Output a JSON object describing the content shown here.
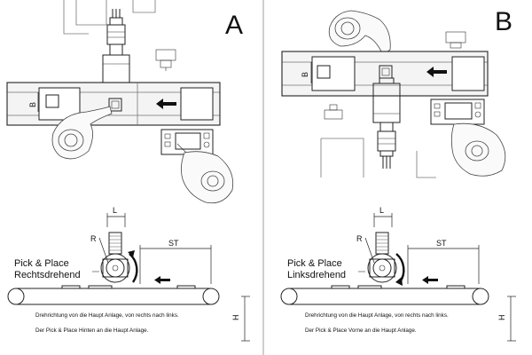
{
  "panels": [
    {
      "letter": "A",
      "b_label": "B",
      "l_label": "L",
      "r_label": "R",
      "st_label": "ST",
      "h_label": "H",
      "title_line1": "Pick & Place",
      "title_line2": "Rechtsdrehend",
      "caption_line1": "Drehrichtung von die Haupt Anlage, von rechts nach links.",
      "caption_line2": "Der Pick & Place Hinten an  die Haupt Anlage."
    },
    {
      "letter": "B",
      "b_label": "B",
      "l_label": "L",
      "r_label": "R",
      "st_label": "ST",
      "h_label": "H",
      "title_line1": "Pick & Place",
      "title_line2": "Linksdrehend",
      "caption_line1": "Drehrichtung von die Haupt Anlage, von rechts nach links.",
      "caption_line2": "Der Pick & Place Vorne an die Haupt Anlage."
    }
  ],
  "icons": [
    "left-arrow-icon",
    "rotation-arrow-icon",
    "operator-figure-icon",
    "control-panel-icon",
    "conveyor-belt-icon"
  ]
}
